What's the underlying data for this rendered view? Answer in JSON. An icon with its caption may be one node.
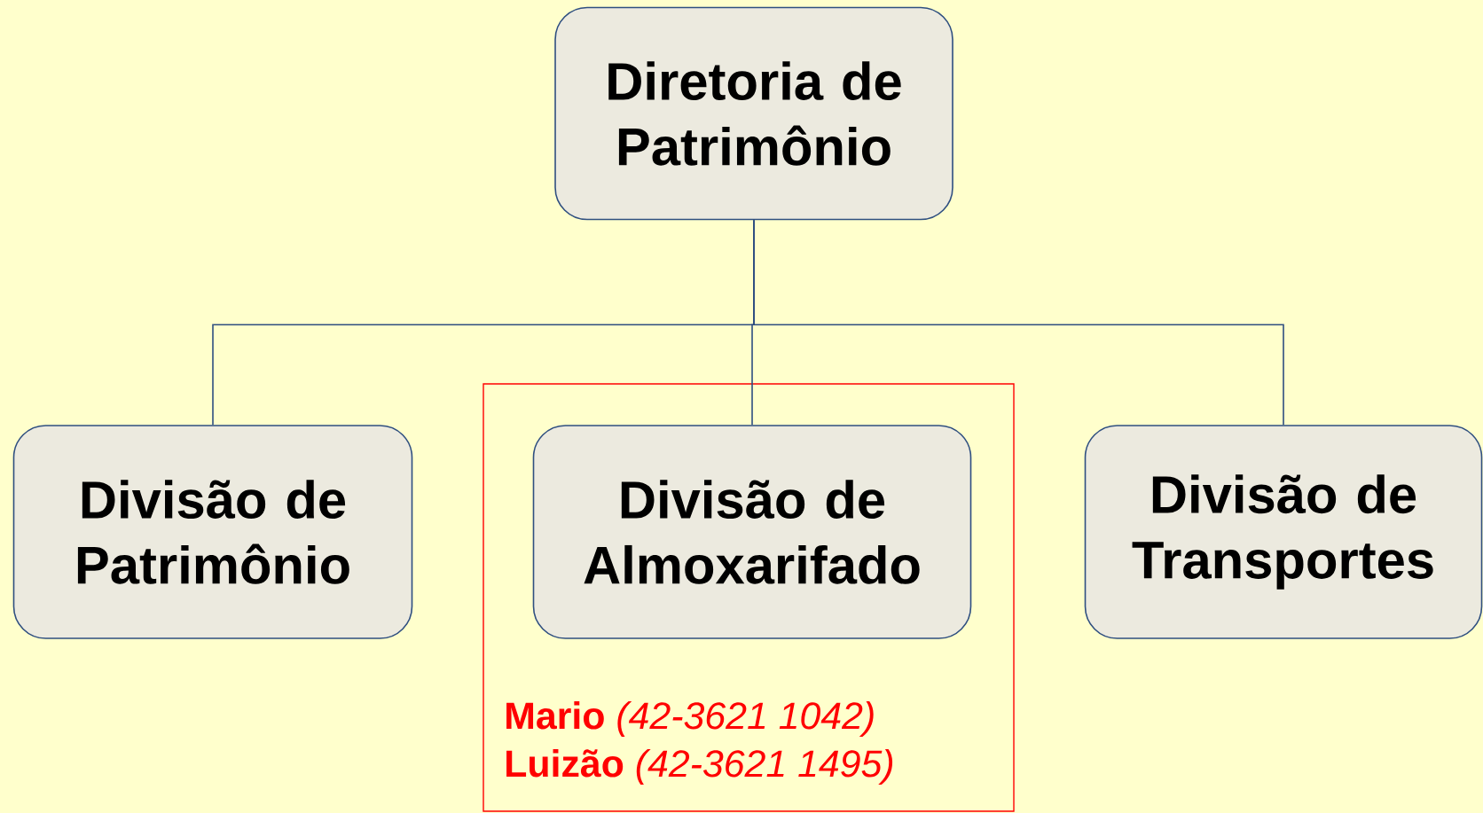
{
  "diagram": {
    "nodes": [
      {
        "text": [
          "Diretoria de Patrimônio"
        ]
      },
      {
        "text": [
          "Divisão de Patrimônio"
        ]
      },
      {
        "text": [
          "**Mario** *(42-3621 1042)*",
          "**Luizão** *(42-3621 1495)*"
        ]
      },
      {
        "text": [
          "Divisão de Almoxarifado"
        ],
        "in": 2
      },
      {
        "text": [
          "Divisão de Transportes"
        ]
      }
    ],
    "edges": [
      {
        "from": 0,
        "to": 1,
        "arrow": "none"
      },
      {
        "from": 0,
        "to": 3,
        "arrow": "none"
      },
      {
        "from": 0,
        "to": 4,
        "arrow": "none"
      }
    ]
  }
}
